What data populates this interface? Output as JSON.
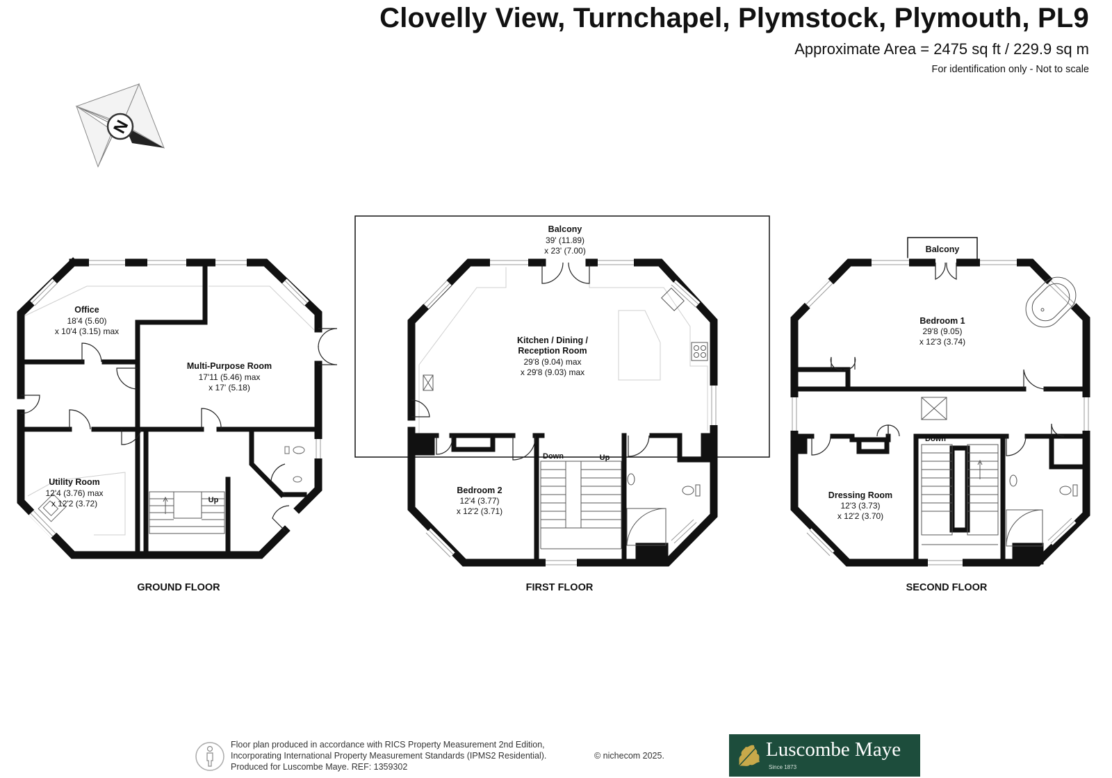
{
  "header": {
    "title": "Clovelly View, Turnchapel, Plymstock, Plymouth, PL9",
    "area": "Approximate Area = 2475 sq ft / 229.9 sq m",
    "disclaimer": "For identification only - Not to scale"
  },
  "compass": {
    "letter": "N"
  },
  "floors": [
    {
      "name": "GROUND FLOOR",
      "rooms": [
        {
          "name": "Office",
          "line1": "18'4 (5.60)",
          "line2": "x 10'4 (3.15) max"
        },
        {
          "name": "Multi-Purpose Room",
          "line1": "17'11 (5.46) max",
          "line2": "x 17' (5.18)"
        },
        {
          "name": "Utility Room",
          "line1": "12'4 (3.76) max",
          "line2": "x 12'2 (3.72)"
        }
      ],
      "stairs": [
        "Up"
      ]
    },
    {
      "name": "FIRST FLOOR",
      "rooms": [
        {
          "name": "Balcony",
          "line1": "39' (11.89)",
          "line2": "x 23' (7.00)"
        },
        {
          "name": "Kitchen / Dining /",
          "name2": "Reception Room",
          "line1": "29'8 (9.04) max",
          "line2": "x 29'8 (9.03) max"
        },
        {
          "name": "Bedroom 2",
          "line1": "12'4 (3.77)",
          "line2": "x 12'2 (3.71)"
        }
      ],
      "stairs": [
        "Down",
        "Up"
      ]
    },
    {
      "name": "SECOND FLOOR",
      "rooms": [
        {
          "name": "Balcony"
        },
        {
          "name": "Bedroom 1",
          "line1": "29'8 (9.05)",
          "line2": "x 12'3 (3.74)"
        },
        {
          "name": "Dressing Room",
          "line1": "12'3 (3.73)",
          "line2": "x 12'2 (3.70)"
        }
      ],
      "stairs": [
        "Down"
      ]
    }
  ],
  "footer": {
    "line1": "Floor plan produced in accordance with RICS Property Measurement 2nd Edition,",
    "line2": "Incorporating International Property Measurement Standards (IPMS2 Residential).",
    "line3": "Produced for Luscombe Maye.   REF:  1359302",
    "copyright": "© nichecom 2025."
  },
  "logo": {
    "name": "Luscombe Maye",
    "since": "Since 1873",
    "color": "#1d4d3c"
  }
}
